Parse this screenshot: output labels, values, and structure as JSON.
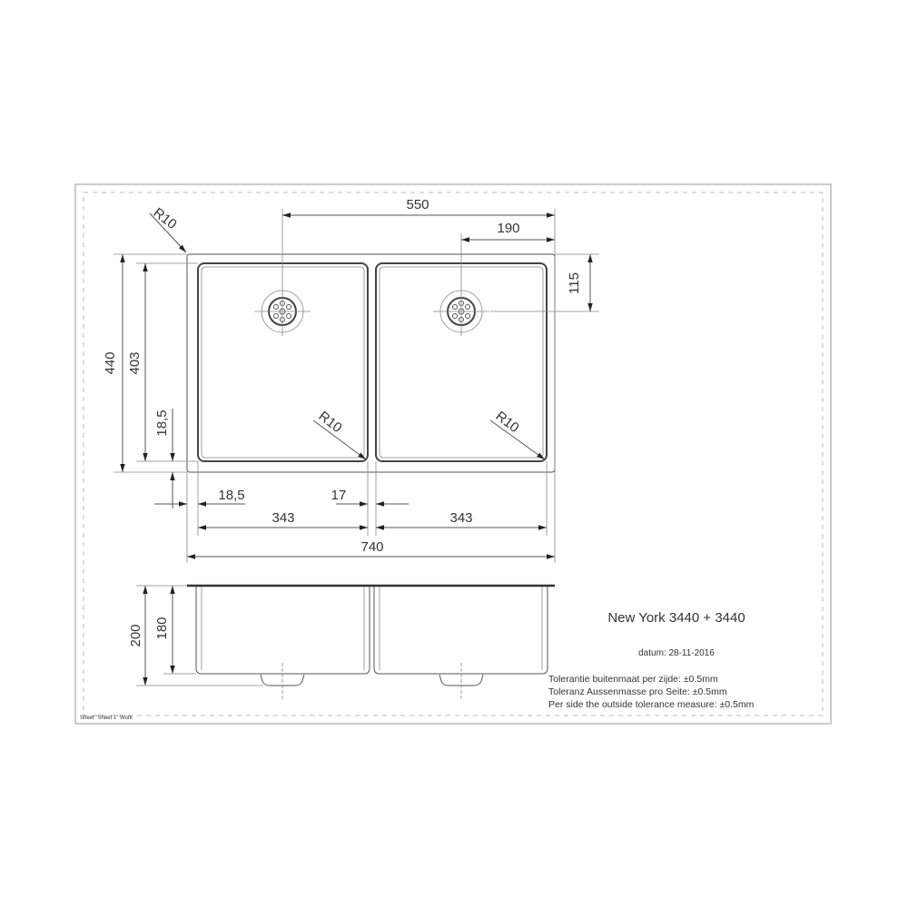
{
  "drawing": {
    "product_title": "New York 3440 + 3440",
    "date": "datum: 28-11-2016",
    "tolerance_nl": "Tolerantie buitenmaat per zijde: ±0.5mm",
    "tolerance_de": "Toleranz Aussenmasse pro Seite: ±0.5mm",
    "tolerance_en": "Per side the outside tolerance measure: ±0.5mm",
    "sheet_label": "Sheet \"Sheet 1\" Work"
  },
  "dimensions": {
    "drain_spacing": "550",
    "drain_from_right": "190",
    "drain_from_top": "115",
    "outer_depth": "440",
    "bowl_depth": "403",
    "edge_vertical": "18,5",
    "edge_horizontal": "18,5",
    "divider": "17",
    "bowl_width_left": "343",
    "bowl_width_right": "343",
    "outer_width": "740",
    "total_height": "200",
    "bowl_height": "180",
    "radius_outer": "R10",
    "radius_left": "R10",
    "radius_right": "R10"
  }
}
